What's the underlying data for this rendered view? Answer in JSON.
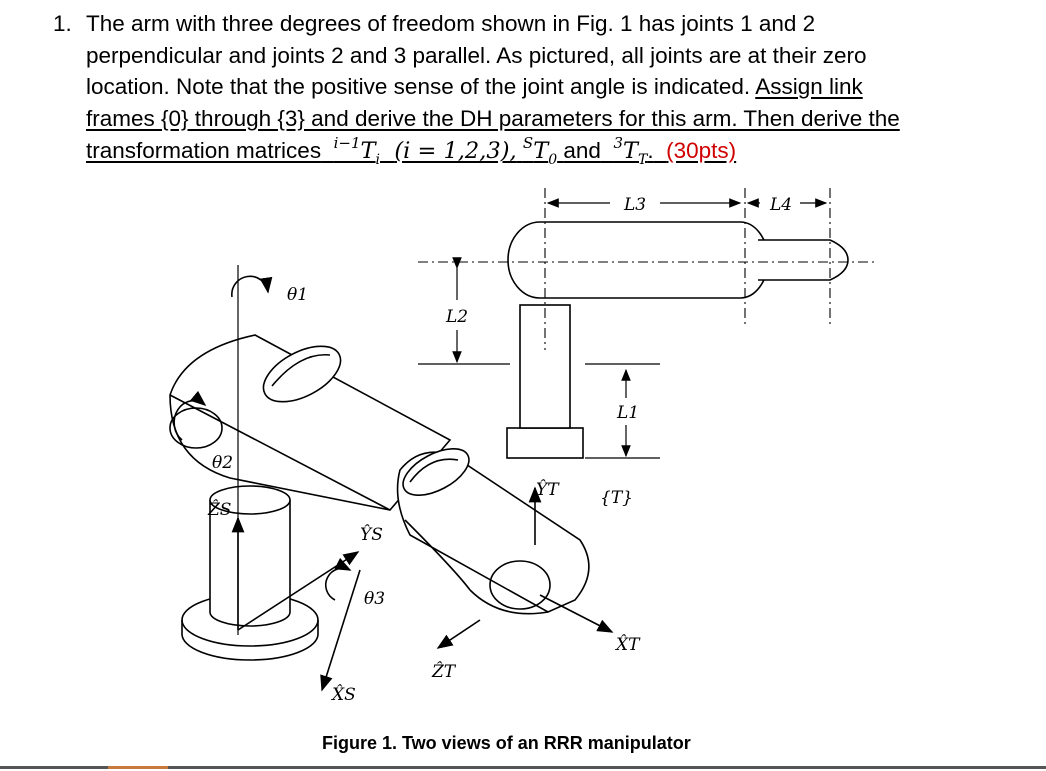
{
  "problem": {
    "number": "1.",
    "line1": "The arm with three degrees of freedom shown in Fig. 1 has joints 1 and 2",
    "line2": "perpendicular and joints 2 and 3 parallel. As pictured, all joints are at their zero",
    "line3_plain": "location. Note that the positive sense of the joint angle is indicated. ",
    "line3_underlined": "Assign link",
    "line4_underlined": "frames {0} through {3} and derive the DH parameters for this arm. Then derive the",
    "line5_text": "transformation matrices",
    "line5_m1_sup": "i−1",
    "line5_m1_base": "T",
    "line5_m1_sub": "i",
    "line5_m1_range": "(i = 1,2,3),",
    "line5_m2_sup": "S",
    "line5_m2_base": "T",
    "line5_m2_sub": "0",
    "line5_and": "and",
    "line5_m3_sup": "3",
    "line5_m3_base": "T",
    "line5_m3_sub": "T",
    "line5_end": ".",
    "points": "(30pts)"
  },
  "figure": {
    "labels": {
      "theta1": "θ1",
      "theta2": "θ2",
      "theta3": "θ3",
      "ZS": "ẐS",
      "YS": "ŶS",
      "XS": "X̂S",
      "ZT": "ẐT",
      "YT": "ŶT",
      "XT": "X̂T",
      "L1": "L1",
      "L2": "L2",
      "L3": "L3",
      "L4": "L4",
      "T_frame": "{T}"
    },
    "caption": "Figure 1. Two views of an RRR manipulator"
  }
}
